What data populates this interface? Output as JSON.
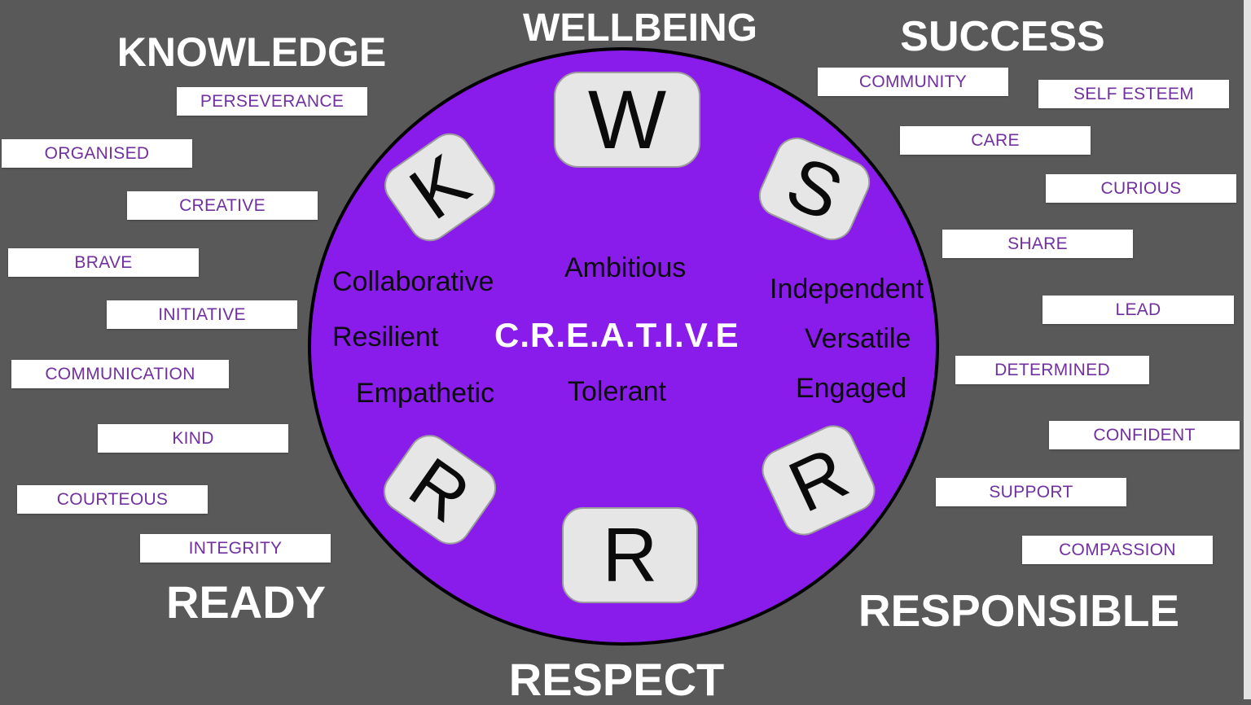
{
  "colors": {
    "bg": "#595959",
    "purple": "#8A1CEB",
    "circle_border": "#000000",
    "tile_fill": "#E6E6E6",
    "tile_border": "#9C9C9C",
    "tile_letter": "#0B0B0B",
    "label_text": "#7030A0",
    "heading_text": "#FFFFFF",
    "trait_text": "#0C0C12",
    "edge_strip": "#E3E3E3"
  },
  "headings": {
    "knowledge": "KNOWLEDGE",
    "wellbeing": "WELLBEING",
    "success": "SUCCESS",
    "ready": "READY",
    "respect": "RESPECT",
    "responsible": "RESPONSIBLE"
  },
  "tiles": {
    "w": "W",
    "k": "K",
    "s": "S",
    "r_left": "R",
    "r_center": "R",
    "r_right": "R"
  },
  "circle": {
    "center_word": "C.R.E.A.T.I.V.E",
    "traits": {
      "collaborative": "Collaborative",
      "ambitious": "Ambitious",
      "independent": "Independent",
      "resilient": "Resilient",
      "versatile": "Versatile",
      "empathetic": "Empathetic",
      "tolerant": "Tolerant",
      "engaged": "Engaged"
    }
  },
  "left_labels": [
    "PERSEVERANCE",
    "ORGANISED",
    "CREATIVE",
    "BRAVE",
    "INITIATIVE",
    "COMMUNICATION",
    "KIND",
    "COURTEOUS",
    "INTEGRITY"
  ],
  "right_labels": [
    "COMMUNITY",
    "SELF ESTEEM",
    "CARE",
    "CURIOUS",
    "SHARE",
    "LEAD",
    "DETERMINED",
    "CONFIDENT",
    "SUPPORT",
    "COMPASSION"
  ]
}
